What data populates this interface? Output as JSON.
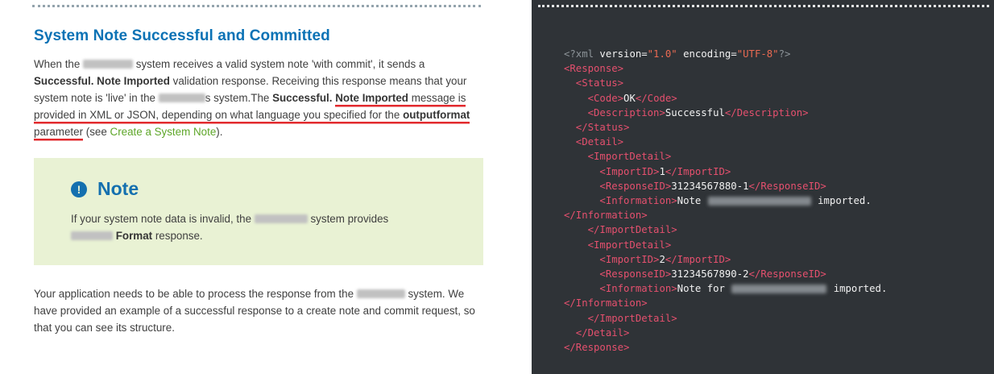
{
  "colors": {
    "heading_blue": "#0b72b5",
    "note_title_blue": "#1470af",
    "note_background": "#e9f2d4",
    "link_green": "#5ea629",
    "annotation_underline_red": "#e22a2e",
    "code_panel_background": "#2f3337",
    "code_tag_pink": "#e5506e",
    "code_string_orange": "#ea6a52",
    "code_plain_white": "#f2f2f2"
  },
  "page": {
    "heading": "System Note Successful and Committed",
    "paragraph1": [
      {
        "style": "plain",
        "text": "When the "
      },
      {
        "style": "redact",
        "w": 62
      },
      {
        "style": "plain",
        "text": " system receives a valid system note 'with commit', it sends a "
      },
      {
        "style": "bold",
        "text": "Successful. Note Imported"
      },
      {
        "style": "plain",
        "text": " validation response. Receiving this response means that your system note is 'live' in the "
      },
      {
        "style": "redact",
        "w": 58
      },
      {
        "style": "plain",
        "text": "s system.The "
      },
      {
        "style": "bold",
        "text": "Successful. "
      },
      {
        "style": "boldul",
        "text": "Note Imported"
      },
      {
        "style": "ul",
        "text": " message is provided in XML or JSON, depending on what language you specified for the "
      },
      {
        "style": "boldul",
        "text": "outputformat"
      },
      {
        "style": "ul",
        "text": " parameter"
      },
      {
        "style": "plain",
        "text": " (see "
      },
      {
        "style": "link",
        "text": "Create a System Note"
      },
      {
        "style": "plain",
        "text": ")."
      }
    ],
    "note": {
      "title": "Note",
      "icon_glyph": "!",
      "body": [
        {
          "style": "plain",
          "text": "If your system note data is invalid, the "
        },
        {
          "style": "redact",
          "w": 66
        },
        {
          "style": "plain",
          "text": " system provides "
        },
        {
          "style": "redact",
          "w": 52
        },
        {
          "style": "plain",
          "text": " "
        },
        {
          "style": "bold",
          "text": "Format"
        },
        {
          "style": "plain",
          "text": " response."
        }
      ]
    },
    "paragraph2": [
      {
        "style": "plain",
        "text": "Your application needs to be able to process the response from the "
      },
      {
        "style": "redact",
        "w": 60
      },
      {
        "style": "plain",
        "text": " system. We have provided an example of a successful response to a create note and commit request, so that you can see its structure."
      }
    ]
  },
  "code": {
    "language": "xml",
    "lines": [
      [
        {
          "c": "pi",
          "t": "<?xml "
        },
        {
          "c": "pl",
          "t": "version="
        },
        {
          "c": "str",
          "t": "\"1.0\""
        },
        {
          "c": "pl",
          "t": " encoding="
        },
        {
          "c": "str",
          "t": "\"UTF-8\""
        },
        {
          "c": "pi",
          "t": "?>"
        }
      ],
      [
        {
          "c": "tag",
          "t": "<Response>"
        }
      ],
      [
        {
          "c": "tag",
          "t": "  <Status>"
        }
      ],
      [
        {
          "c": "tag",
          "t": "    <Code>"
        },
        {
          "c": "pl",
          "t": "OK"
        },
        {
          "c": "tag",
          "t": "</Code>"
        }
      ],
      [
        {
          "c": "tag",
          "t": "    <Description>"
        },
        {
          "c": "pl",
          "t": "Successful"
        },
        {
          "c": "tag",
          "t": "</Description>"
        }
      ],
      [
        {
          "c": "tag",
          "t": "  </Status>"
        }
      ],
      [
        {
          "c": "tag",
          "t": "  <Detail>"
        }
      ],
      [
        {
          "c": "tag",
          "t": "    <ImportDetail>"
        }
      ],
      [
        {
          "c": "tag",
          "t": "      <ImportID>"
        },
        {
          "c": "pl",
          "t": "1"
        },
        {
          "c": "tag",
          "t": "</ImportID>"
        }
      ],
      [
        {
          "c": "tag",
          "t": "      <ResponseID>"
        },
        {
          "c": "pl",
          "t": "31234567880-1"
        },
        {
          "c": "tag",
          "t": "</ResponseID>"
        }
      ],
      [
        {
          "c": "tag",
          "t": "      <Information>"
        },
        {
          "c": "pl",
          "t": "Note "
        },
        {
          "c": "redact",
          "w": 128
        },
        {
          "c": "pl",
          "t": " imported."
        }
      ],
      [
        {
          "c": "tag",
          "t": "</Information>"
        }
      ],
      [
        {
          "c": "tag",
          "t": "    </ImportDetail>"
        }
      ],
      [
        {
          "c": "tag",
          "t": "    <ImportDetail>"
        }
      ],
      [
        {
          "c": "tag",
          "t": "      <ImportID>"
        },
        {
          "c": "pl",
          "t": "2"
        },
        {
          "c": "tag",
          "t": "</ImportID>"
        }
      ],
      [
        {
          "c": "tag",
          "t": "      <ResponseID>"
        },
        {
          "c": "pl",
          "t": "31234567890-2"
        },
        {
          "c": "tag",
          "t": "</ResponseID>"
        }
      ],
      [
        {
          "c": "tag",
          "t": "      <Information>"
        },
        {
          "c": "pl",
          "t": "Note for "
        },
        {
          "c": "redact",
          "w": 118
        },
        {
          "c": "pl",
          "t": " imported."
        }
      ],
      [
        {
          "c": "tag",
          "t": "</Information>"
        }
      ],
      [
        {
          "c": "tag",
          "t": "    </ImportDetail>"
        }
      ],
      [
        {
          "c": "tag",
          "t": "  </Detail>"
        }
      ],
      [
        {
          "c": "tag",
          "t": "</Response>"
        }
      ]
    ]
  }
}
